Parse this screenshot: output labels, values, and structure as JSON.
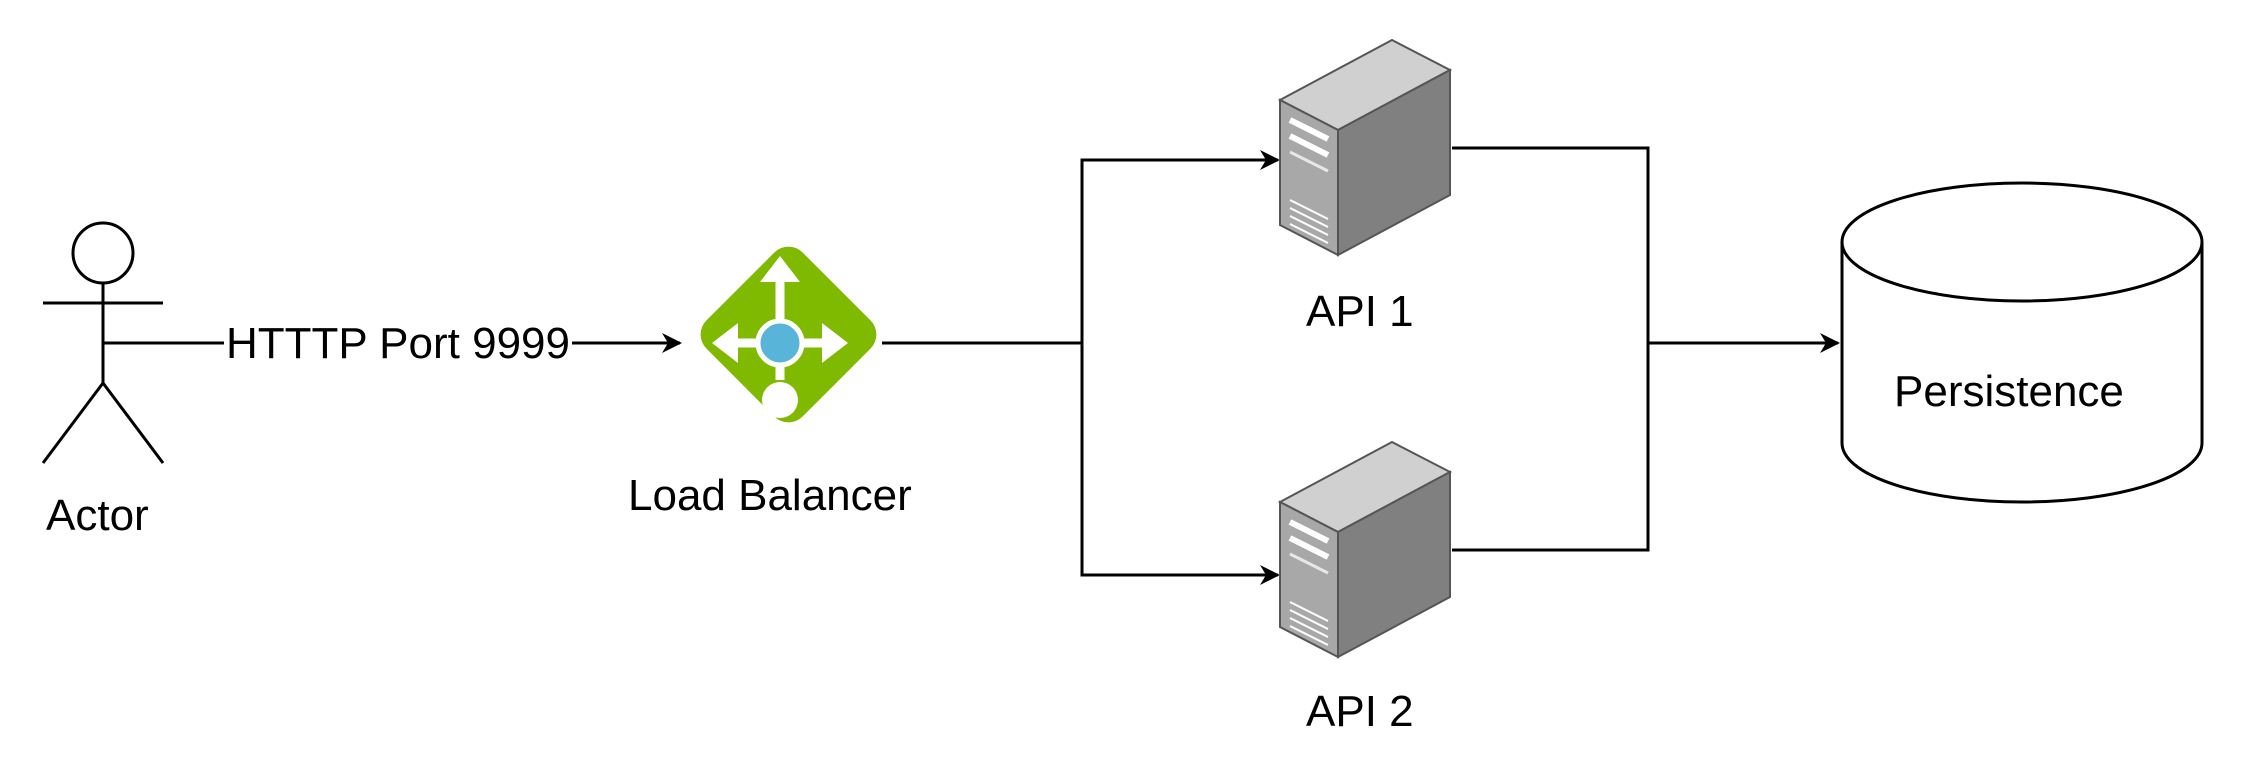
{
  "nodes": {
    "actor": {
      "label": "Actor",
      "icon": "stick-figure-icon"
    },
    "load_balancer": {
      "label": "Load Balancer",
      "icon": "load-balancer-icon",
      "colors": {
        "diamond": "#7fba00",
        "arrows": "#ffffff",
        "center": "#59b4d9"
      }
    },
    "api1": {
      "label": "API 1",
      "icon": "server-icon"
    },
    "api2": {
      "label": "API 2",
      "icon": "server-icon"
    },
    "persistence": {
      "label": "Persistence",
      "icon": "database-cylinder-icon"
    }
  },
  "edges": {
    "actor_to_lb": {
      "label": "HTTTP Port 9999"
    }
  },
  "colors": {
    "line": "#000000",
    "server_front": "#a8a8a8",
    "server_side": "#808080",
    "server_top": "#d0d0d0"
  }
}
